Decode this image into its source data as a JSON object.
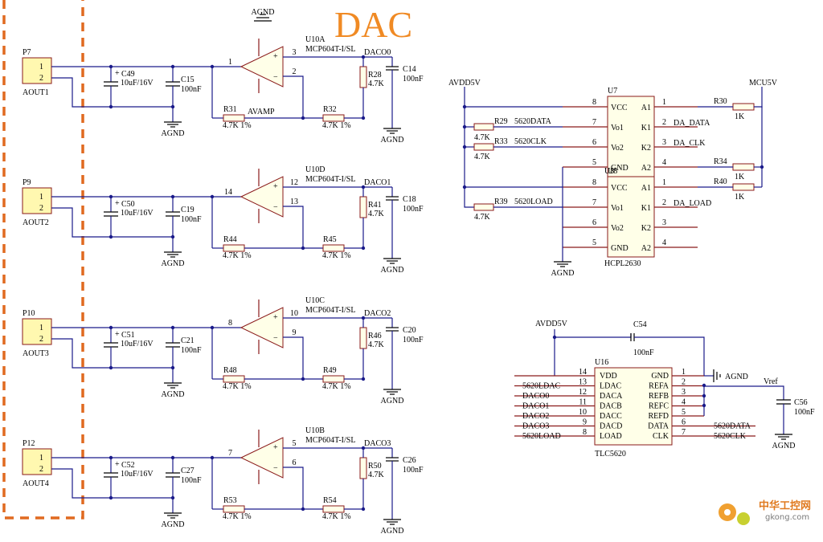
{
  "title": "DAC",
  "watermark": {
    "text1": "中华工控网",
    "text2": "gkong.com"
  },
  "colors": {
    "wire": "#1a1a8a",
    "pin": "#8a1a1a",
    "title": "#f08a24",
    "dash": "#e06a20"
  },
  "channels": [
    {
      "conn": "P7",
      "out": "AOUT1",
      "cap": "C49",
      "capv": "10uF/16V",
      "cap2": "C15",
      "cap2v": "100nF",
      "opamp": "U10A",
      "part": "MCP604T-I/SL",
      "pin_out": "1",
      "pin_plus": "3",
      "pin_minus": "2",
      "dac": "DACO0",
      "rpull": "R28",
      "rpullv": "4.7K",
      "cf": "C14",
      "cfv": "100nF",
      "r1": "R31",
      "r1v": "4.7K 1%",
      "r2": "R32",
      "r2v": "4.7K 1%",
      "extra": "AVAMP"
    },
    {
      "conn": "P9",
      "out": "AOUT2",
      "cap": "C50",
      "capv": "10uF/16V",
      "cap2": "C19",
      "cap2v": "100nF",
      "opamp": "U10D",
      "part": "MCP604T-I/SL",
      "pin_out": "14",
      "pin_plus": "12",
      "pin_minus": "13",
      "dac": "DACO1",
      "rpull": "R41",
      "rpullv": "4.7K",
      "cf": "C18",
      "cfv": "100nF",
      "r1": "R44",
      "r1v": "4.7K 1%",
      "r2": "R45",
      "r2v": "4.7K 1%",
      "extra": ""
    },
    {
      "conn": "P10",
      "out": "AOUT3",
      "cap": "C51",
      "capv": "10uF/16V",
      "cap2": "C21",
      "cap2v": "100nF",
      "opamp": "U10C",
      "part": "MCP604T-I/SL",
      "pin_out": "8",
      "pin_plus": "10",
      "pin_minus": "9",
      "dac": "DACO2",
      "rpull": "R46",
      "rpullv": "4.7K",
      "cf": "C20",
      "cfv": "100nF",
      "r1": "R48",
      "r1v": "4.7K 1%",
      "r2": "R49",
      "r2v": "4.7K 1%",
      "extra": ""
    },
    {
      "conn": "P12",
      "out": "AOUT4",
      "cap": "C52",
      "capv": "10uF/16V",
      "cap2": "C27",
      "cap2v": "100nF",
      "opamp": "U10B",
      "part": "MCP604T-I/SL",
      "pin_out": "7",
      "pin_plus": "5",
      "pin_minus": "6",
      "dac": "DACO3",
      "rpull": "R50",
      "rpullv": "4.7K",
      "cf": "C26",
      "cfv": "100nF",
      "r1": "R53",
      "r1v": "4.7K 1%",
      "r2": "R54",
      "r2v": "4.7K 1%",
      "extra": ""
    }
  ],
  "common": {
    "agnd": "AGND",
    "pin1": "1",
    "pin2": "2",
    "plus": "+",
    "minus": "−"
  },
  "optocoupler": {
    "avdd": "AVDD5V",
    "mcu": "MCU5V",
    "u7": "U7",
    "u8": "U8",
    "part": "HCPL2630",
    "agnd": "AGND",
    "u7_pins": [
      {
        "left_num": "8",
        "left": "VCC",
        "right": "A1",
        "right_num": "1"
      },
      {
        "left_num": "7",
        "left": "Vo1",
        "right": "K1",
        "right_num": "2"
      },
      {
        "left_num": "6",
        "left": "Vo2",
        "right": "K2",
        "right_num": "3"
      },
      {
        "left_num": "5",
        "left": "GND",
        "right": "A2",
        "right_num": "4"
      }
    ],
    "u8_pins": [
      {
        "left_num": "8",
        "left": "VCC",
        "right": "A1",
        "right_num": "1"
      },
      {
        "left_num": "7",
        "left": "Vo1",
        "right": "K1",
        "right_num": "2"
      },
      {
        "left_num": "6",
        "left": "Vo2",
        "right": "K2",
        "right_num": "3"
      },
      {
        "left_num": "5",
        "left": "GND",
        "right": "A2",
        "right_num": "4"
      }
    ],
    "r29": "R29",
    "r29v": "4.7K",
    "net_data": "5620DATA",
    "r33": "R33",
    "r33v": "4.7K",
    "net_clk": "5620CLK",
    "r39": "R39",
    "r39v": "4.7K",
    "net_load": "5620LOAD",
    "r30": "R30",
    "r30v": "1K",
    "r34": "R34",
    "r34v": "1K",
    "r40": "R40",
    "r40v": "1K",
    "da_data": "DA_DATA",
    "da_clk": "DA_CLK",
    "da_load": "DA_LOAD"
  },
  "dac_chip": {
    "ref": "U16",
    "part": "TLC5620",
    "avdd": "AVDD5V",
    "cap": "C54",
    "capv": "100nF",
    "vref": "Vref",
    "c56": "C56",
    "c56v": "100nF",
    "agnd": "AGND",
    "agnd_tag": "AGND",
    "left_pins": [
      {
        "num": "14",
        "name": "VDD",
        "net": ""
      },
      {
        "num": "13",
        "name": "LDAC",
        "net": "5620LDAC"
      },
      {
        "num": "12",
        "name": "DACA",
        "net": "DACO0"
      },
      {
        "num": "11",
        "name": "DACB",
        "net": "DACO1"
      },
      {
        "num": "10",
        "name": "DACC",
        "net": "DACO2"
      },
      {
        "num": "9",
        "name": "DACD",
        "net": "DACO3"
      },
      {
        "num": "8",
        "name": "LOAD",
        "net": "5620LOAD"
      }
    ],
    "right_pins": [
      {
        "num": "1",
        "name": "GND",
        "net": ""
      },
      {
        "num": "2",
        "name": "REFA",
        "net": ""
      },
      {
        "num": "3",
        "name": "REFB",
        "net": ""
      },
      {
        "num": "4",
        "name": "REFC",
        "net": ""
      },
      {
        "num": "5",
        "name": "REFD",
        "net": ""
      },
      {
        "num": "6",
        "name": "DATA",
        "net": "5620DATA"
      },
      {
        "num": "7",
        "name": "CLK",
        "net": "5620CLK"
      }
    ]
  }
}
